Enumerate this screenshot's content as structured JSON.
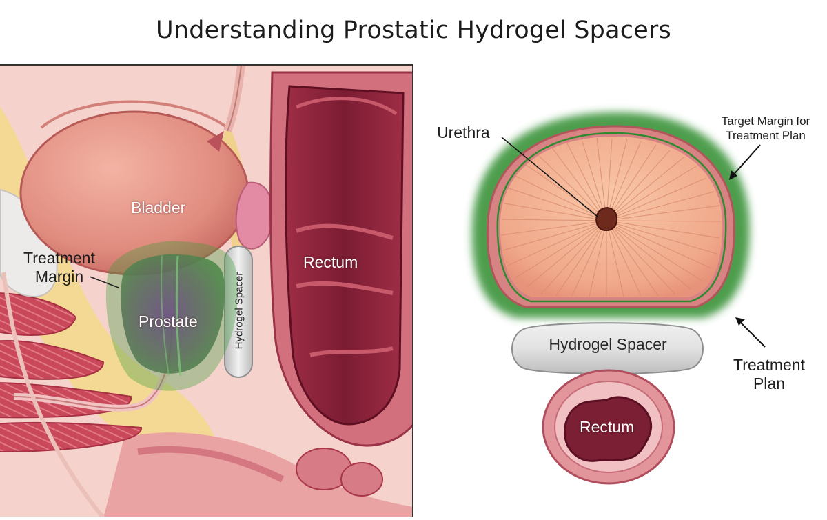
{
  "title": "Understanding Prostatic Hydrogel Spacers",
  "left": {
    "bladder": "Bladder",
    "prostate": "Prostate",
    "rectum": "Rectum",
    "hydrogel_spacer": "Hydrogel Spacer",
    "treatment_margin_line1": "Treatment",
    "treatment_margin_line2": "Margin"
  },
  "right": {
    "urethra": "Urethra",
    "target_margin_line1": "Target Margin for",
    "target_margin_line2": "Treatment Plan",
    "hydrogel_spacer": "Hydrogel Spacer",
    "treatment_plan_line1": "Treatment",
    "treatment_plan_line2": "Plan",
    "rectum": "Rectum"
  },
  "colors": {
    "treatment_green": "#2f8f2f",
    "tissue_pink": "#e9a6a6",
    "rectum_dark": "#7d1f35",
    "spacer_gray": "#d9d9d9"
  }
}
